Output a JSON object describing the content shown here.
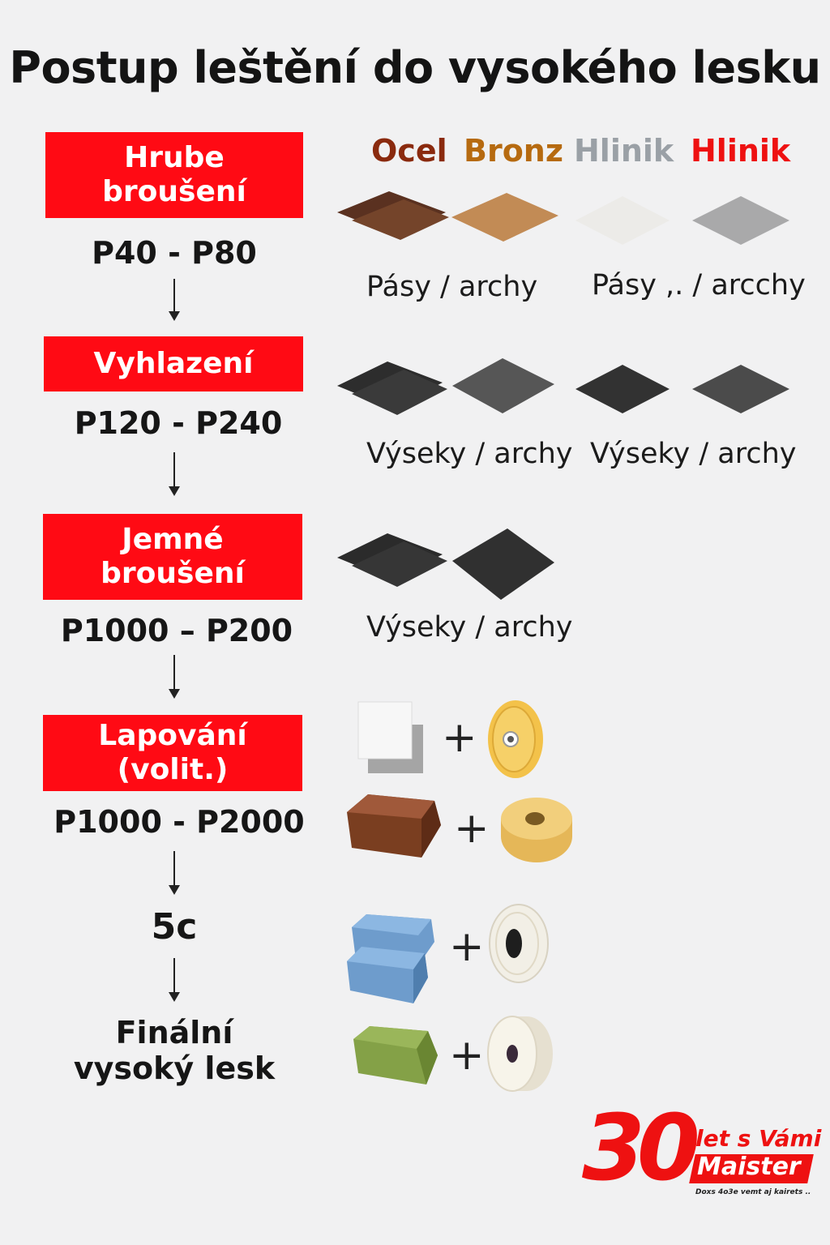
{
  "title": "Postup leštění do vysokého lesku",
  "metals": [
    {
      "label": "Ocel",
      "color": "#8a2a0e"
    },
    {
      "label": "Bronz",
      "color": "#b66a10"
    },
    {
      "label": "Hlinik",
      "color": "#9aa0a6"
    },
    {
      "label": "Hlinik",
      "color": "#ee1111"
    }
  ],
  "steps": [
    {
      "box": "Hrube\nbroušení",
      "grit": "P40 - P80",
      "labels": [
        "Pásy /  archy",
        "Pásy ,. / arcchy"
      ]
    },
    {
      "box": "Vyhlazení",
      "grit": "P120 - P240",
      "labels": [
        "Výseky / archy",
        "Výseky / archy"
      ]
    },
    {
      "box": "Jemné\nbroušení",
      "grit": "P1000 – P200",
      "labels": [
        "Výseky / archy"
      ]
    },
    {
      "box": "Lapování\n(volit.)",
      "grit": "P1000 - P2000"
    }
  ],
  "stage5": "5c",
  "final": "Finální\nvysoký lesk",
  "plus": "+",
  "colors": {
    "accent": "#ff0a14"
  },
  "logo": {
    "number": "30",
    "line1": "let s Vámi",
    "line2": "Maister",
    "line3": "Doxs 4o3e vemt aj kairets .."
  }
}
